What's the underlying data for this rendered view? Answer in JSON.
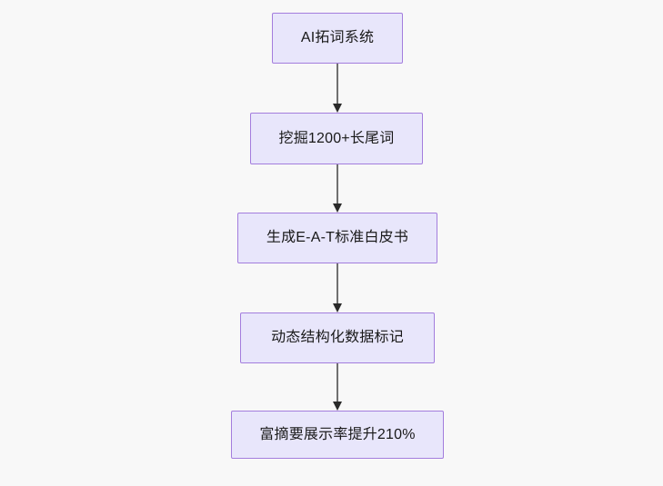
{
  "diagram": {
    "type": "flowchart",
    "direction": "top-to-bottom",
    "background_color": "#f8f8f8",
    "node_fill_color": "#e8e6fb",
    "node_border_color": "#a37ddd",
    "node_text_color": "#1a1a1a",
    "connector_color": "#707070",
    "arrowhead_color": "#2a2a2a",
    "nodes": [
      {
        "id": "n1",
        "label": "AI拓词系统"
      },
      {
        "id": "n2",
        "label": "挖掘1200+长尾词"
      },
      {
        "id": "n3",
        "label": "生成E-A-T标准白皮书"
      },
      {
        "id": "n4",
        "label": "动态结构化数据标记"
      },
      {
        "id": "n5",
        "label": "富摘要展示率提升210%"
      }
    ],
    "edges": [
      {
        "from": "n1",
        "to": "n2",
        "label": ""
      },
      {
        "from": "n2",
        "to": "n3",
        "label": ""
      },
      {
        "from": "n3",
        "to": "n4",
        "label": ""
      },
      {
        "from": "n4",
        "to": "n5",
        "label": ""
      }
    ]
  }
}
